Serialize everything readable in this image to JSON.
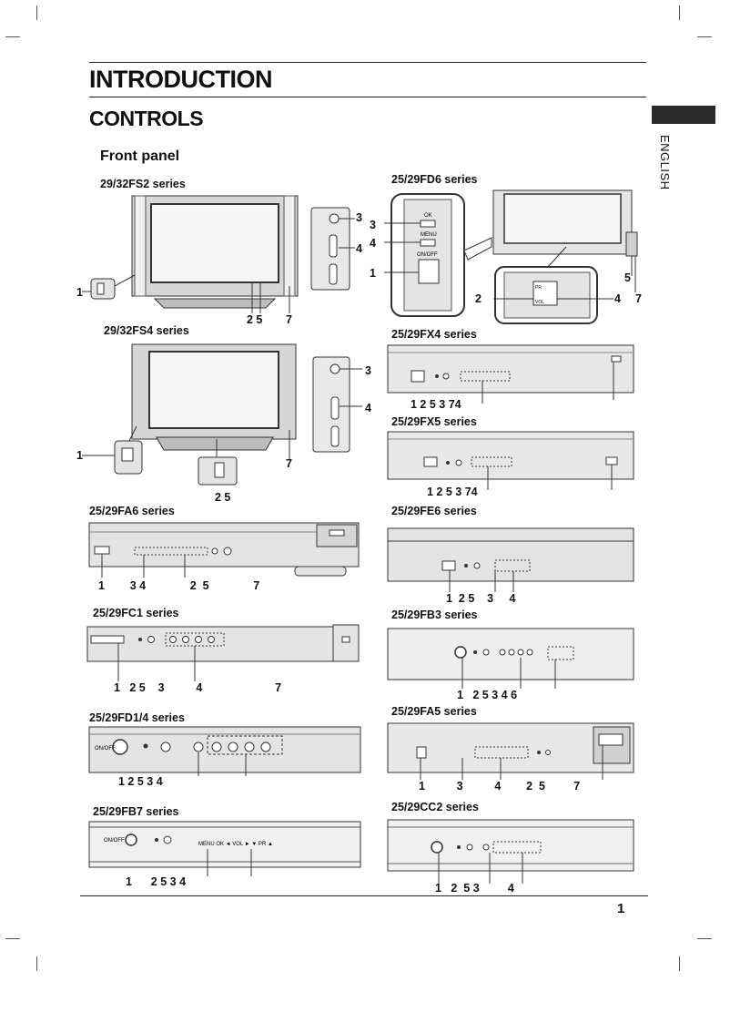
{
  "chapter": "INTRODUCTION",
  "section": "CONTROLS",
  "subsection": "Front panel",
  "language_tab": "ENGLISH",
  "page_number": "1",
  "series": {
    "fs2": {
      "title": "29/32FS2 series",
      "left": "1",
      "bottom": "2 5",
      "bottom_right": "7",
      "right_3": "3",
      "right_4": "4"
    },
    "fs4": {
      "title": "29/32FS4 series",
      "left": "1",
      "bottom": "2 5",
      "bottom_right": "7",
      "right_3": "3",
      "right_4": "4"
    },
    "fa6": {
      "title": "25/29FA6 series",
      "callouts": "1        3 4              2  5              7"
    },
    "fc1": {
      "title": "25/29FC1 series",
      "callouts": "1   2 5    3          4                       7"
    },
    "fd14": {
      "title": "25/29FD1/4 series",
      "callouts": "1 2 5 3 4"
    },
    "fb7": {
      "title": "25/29FB7 series",
      "callouts": "1      2 5 3 4"
    },
    "fd6": {
      "title": "25/29FD6 series",
      "n3": "3",
      "n4": "4",
      "n1": "1",
      "n2": "2",
      "n4b": "4",
      "n5": "5",
      "n7": "7"
    },
    "fx4": {
      "title": "25/29FX4 series",
      "callouts": "1 2 5 3 74"
    },
    "fx5": {
      "title": "25/29FX5 series",
      "callouts": "1 2 5 3 74"
    },
    "fe6": {
      "title": "25/29FE6 series",
      "callouts": "1  2 5    3     4"
    },
    "fb3": {
      "title": "25/29FB3 series",
      "callouts": "1   2 5 3 4 6"
    },
    "fa5": {
      "title": "25/29FA5 series",
      "callouts": "1          3          4        2  5         7"
    },
    "cc2": {
      "title": "25/29CC2 series",
      "callouts": "1   2  5 3         4"
    }
  },
  "panel_labels": {
    "onoff": "ON/OFF",
    "ok": "OK",
    "menu": "MENU",
    "vol": "VOL",
    "pr": "PR",
    "fb7_strip": "MENU    OK  ◄  VOL  ►     ▼  PR  ▲"
  },
  "colors": {
    "ink": "#111111",
    "panel": "#e4e4e4",
    "panel_dark": "#bdbdbd",
    "screen": "#f6f6f6",
    "tab": "#2a2a2a"
  }
}
